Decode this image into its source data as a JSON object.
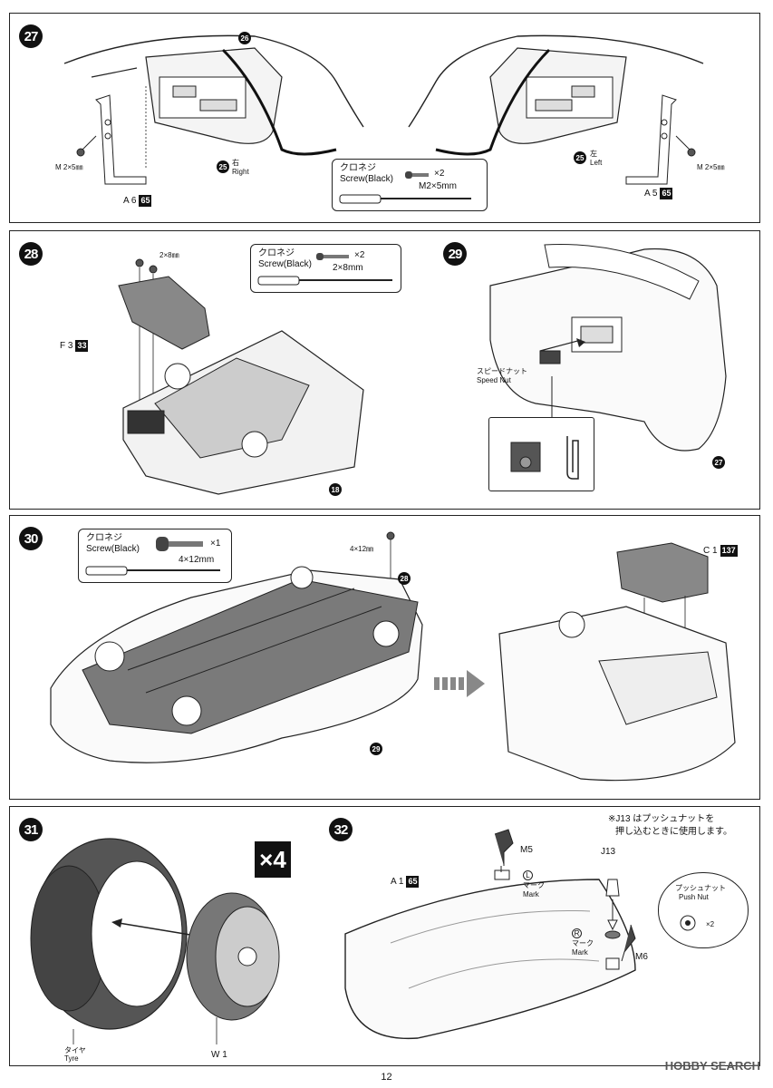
{
  "page_number": "12",
  "watermark": "HOBBY SEARCH",
  "step27": {
    "num": "27",
    "ref_body": "26",
    "left": {
      "screw": "M 2×5㎜",
      "part_id": "A 6",
      "part_tag": "65",
      "ref": "25",
      "side_jp": "右",
      "side_en": "Right"
    },
    "right": {
      "screw": "M 2×5㎜",
      "part_id": "A 5",
      "part_tag": "65",
      "ref": "25",
      "side_jp": "左",
      "side_en": "Left"
    },
    "screw_box": {
      "title_jp": "クロネジ",
      "title_en": "Screw(Black)",
      "qty": "×2",
      "size": "M2×5mm"
    }
  },
  "step28": {
    "num": "28",
    "screw_label": "2×8㎜",
    "part_id": "F 3",
    "part_tag": "33",
    "ref": "18",
    "screw_box": {
      "title_jp": "クロネジ",
      "title_en": "Screw(Black)",
      "qty": "×2",
      "size": "2×8mm"
    }
  },
  "step29": {
    "num": "29",
    "speed_nut_jp": "スピードナット",
    "speed_nut_en": "Speed Nut",
    "ref": "27"
  },
  "step30": {
    "num": "30",
    "screw_label": "4×12㎜",
    "ref_a": "28",
    "ref_b": "29",
    "part_id": "C 1",
    "part_tag": "137",
    "screw_box": {
      "title_jp": "クロネジ",
      "title_en": "Screw(Black)",
      "qty": "×1",
      "size": "4×12mm"
    }
  },
  "step31": {
    "num": "31",
    "multiplier": "×4",
    "tyre_jp": "タイヤ",
    "tyre_en": "Tyre",
    "wheel": "W 1"
  },
  "step32": {
    "num": "32",
    "note_line1": "※J13 はプッシュナットを",
    "note_line2": "押し込むときに使用します。",
    "part_id": "A 1",
    "part_tag": "65",
    "m5": "M5",
    "m6": "M6",
    "j13": "J13",
    "mark_l": "L",
    "mark_r": "R",
    "mark_jp": "マーク",
    "mark_en": "Mark",
    "push_nut_jp": "プッシュナット",
    "push_nut_en": "Push Nut",
    "push_nut_qty": "×2"
  }
}
